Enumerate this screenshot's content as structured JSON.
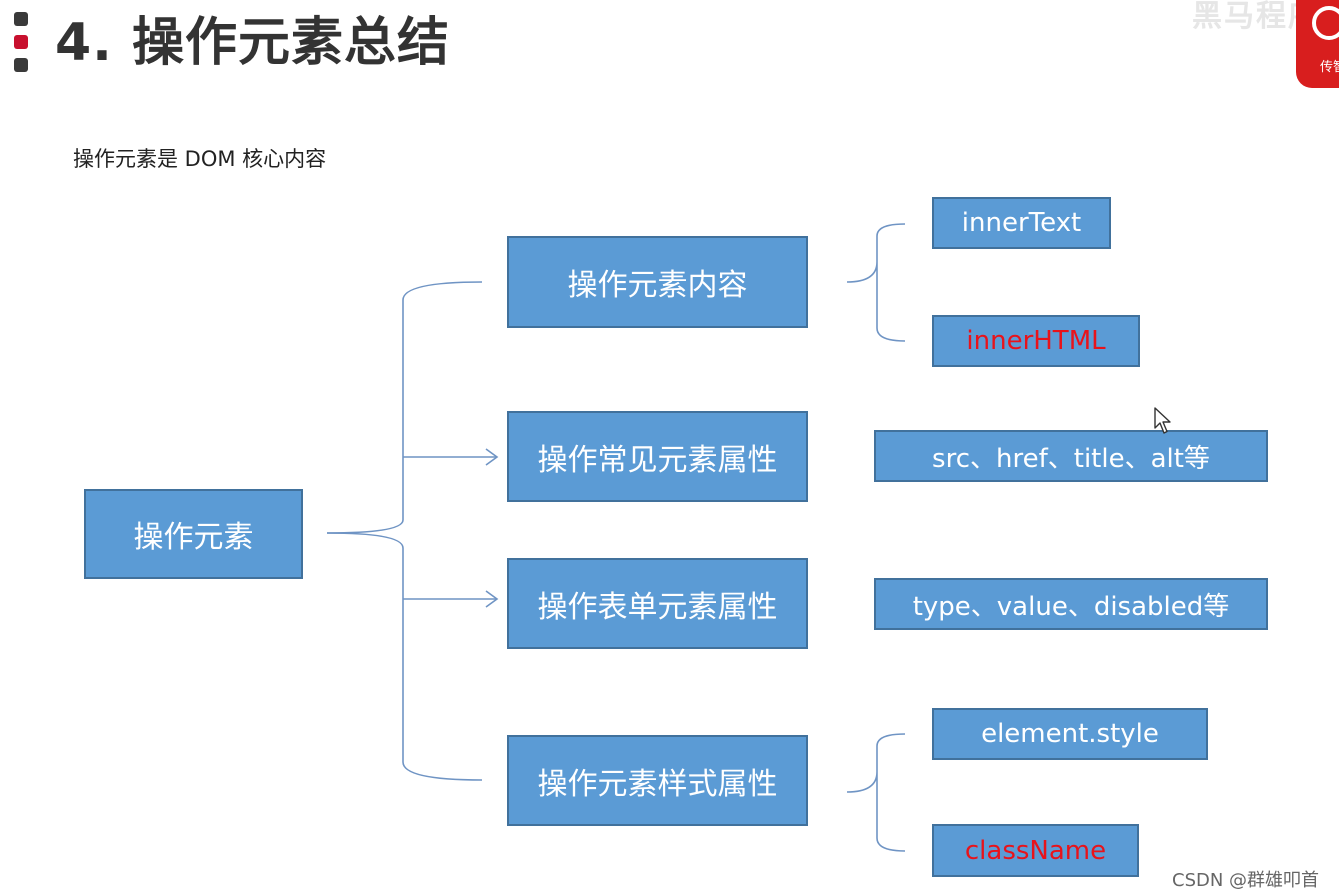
{
  "header": {
    "title": "4. 操作元素总结",
    "subtitle": "操作元素是 DOM 核心内容"
  },
  "brand": {
    "watermark": "黑马程序",
    "logo_text": "传智"
  },
  "diagram": {
    "root": "操作元素",
    "branches": [
      {
        "label": "操作元素内容",
        "children": [
          "innerText",
          "innerHTML"
        ]
      },
      {
        "label": "操作常见元素属性",
        "children": [
          "src、href、title、alt等"
        ]
      },
      {
        "label": "操作表单元素属性",
        "children": [
          "type、value、disabled等"
        ]
      },
      {
        "label": "操作元素样式属性",
        "children": [
          "element.style",
          "className"
        ]
      }
    ]
  },
  "colors": {
    "box_fill": "#5b9bd5",
    "box_border": "#41719c",
    "connector": "#6f94c4",
    "highlight_text": "#e8131b"
  },
  "footer": {
    "credit": "CSDN @群雄叩首"
  }
}
